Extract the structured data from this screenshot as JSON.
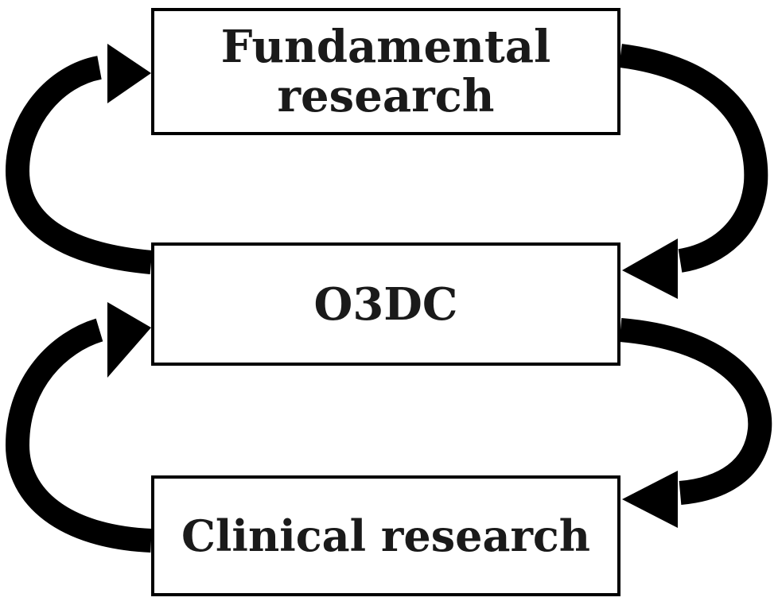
{
  "diagram": {
    "boxes": {
      "fundamental": {
        "line1": "Fundamental",
        "line2": "research"
      },
      "o3dc": {
        "label": "O3DC"
      },
      "clinical": {
        "label": "Clinical research"
      }
    },
    "colors": {
      "stroke": "#000000",
      "fill": "#ffffff",
      "text": "#1a1a1a"
    }
  }
}
